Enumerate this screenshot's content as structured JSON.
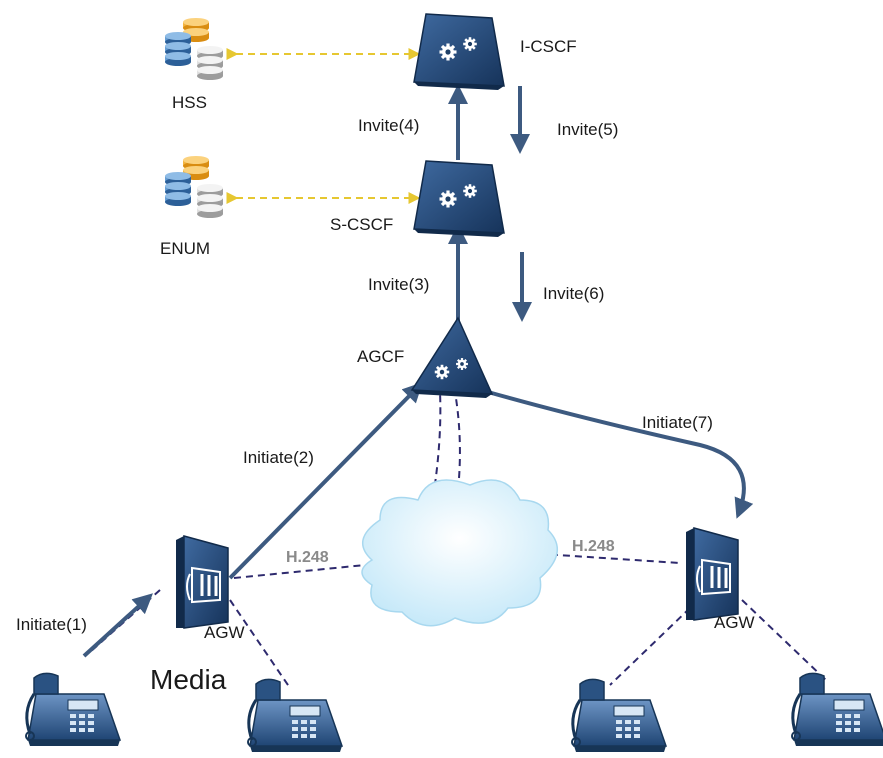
{
  "nodes": {
    "hss": "HSS",
    "enum": "ENUM",
    "icscf": "I-CSCF",
    "scscf": "S-CSCF",
    "agcf": "AGCF",
    "agw_left": "AGW",
    "agw_right": "AGW"
  },
  "messages": {
    "initiate1": "Initiate(1)",
    "initiate2": "Initiate(2)",
    "invite3": "Invite(3)",
    "invite4": "Invite(4)",
    "invite5": "Invite(5)",
    "invite6": "Invite(6)",
    "initiate7": "Initiate(7)"
  },
  "protocols": {
    "h248_left": "H.248",
    "h248_right": "H.248"
  },
  "media_label": "Media",
  "colors": {
    "signal_line": "#3d5a80",
    "dashed_link": "#2e2a6e",
    "db_link": "#f0d44a",
    "device": "#1f3f66",
    "cloud": "#cdeefb"
  },
  "icons": {
    "server": "gears-icon",
    "database": "database-stack-icon",
    "gateway": "access-gateway-icon",
    "phone": "desk-phone-icon",
    "network": "cloud-icon"
  }
}
